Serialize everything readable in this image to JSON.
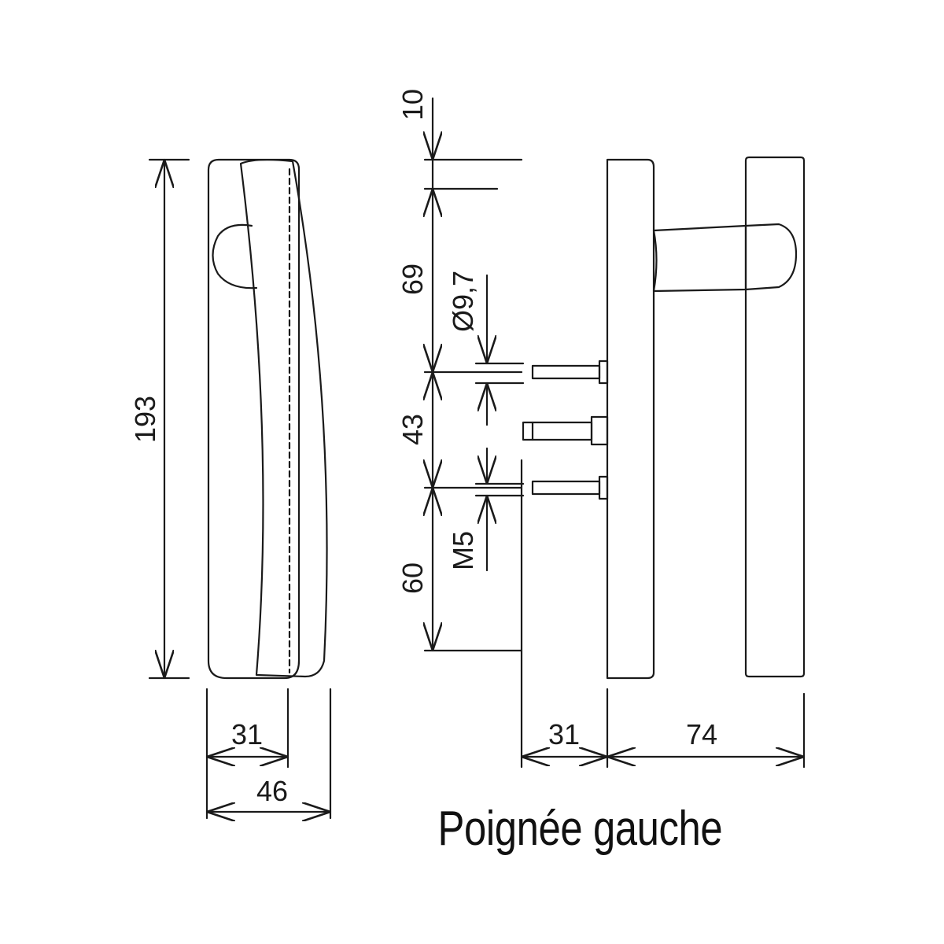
{
  "dimensions": {
    "front_height": "193",
    "front_width_inner": "31",
    "front_width_outer": "46",
    "top_offset": "10",
    "spacing_upper": "69",
    "spacing_middle": "43",
    "spacing_lower": "60",
    "pin_diameter": "Ø9,7",
    "thread": "M5",
    "side_depth": "31",
    "side_projection": "74"
  },
  "caption": "Poignée gauche",
  "colors": {
    "line": "#1a1a1a",
    "background": "#ffffff"
  }
}
